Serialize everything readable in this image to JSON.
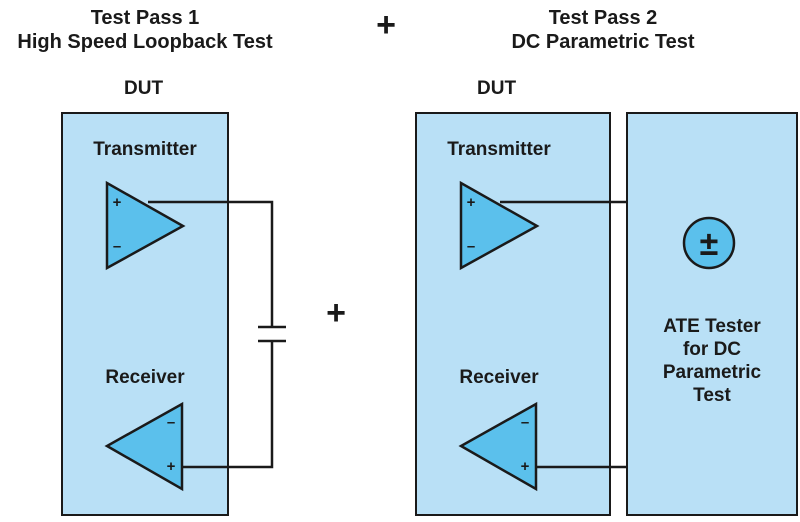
{
  "pass1": {
    "title_line1": "Test Pass 1",
    "title_line2": "High Speed Loopback Test",
    "dut_label": "DUT",
    "transmitter_label": "Transmitter",
    "receiver_label": "Receiver"
  },
  "pass2": {
    "title_line1": "Test Pass 2",
    "title_line2": "DC Parametric Test",
    "dut_label": "DUT",
    "transmitter_label": "Transmitter",
    "receiver_label": "Receiver",
    "ate_label_line1": "ATE Tester",
    "ate_label_line2": "for DC",
    "ate_label_line3": "Parametric",
    "ate_label_line4": "Test"
  },
  "plus_symbol": "+",
  "signs": {
    "plus": "+",
    "minus": "–",
    "plus_minus": "±"
  },
  "colors": {
    "box_fill": "#b9e0f6",
    "amp_fill": "#5bc0ec",
    "stroke": "#1a1a1a"
  }
}
